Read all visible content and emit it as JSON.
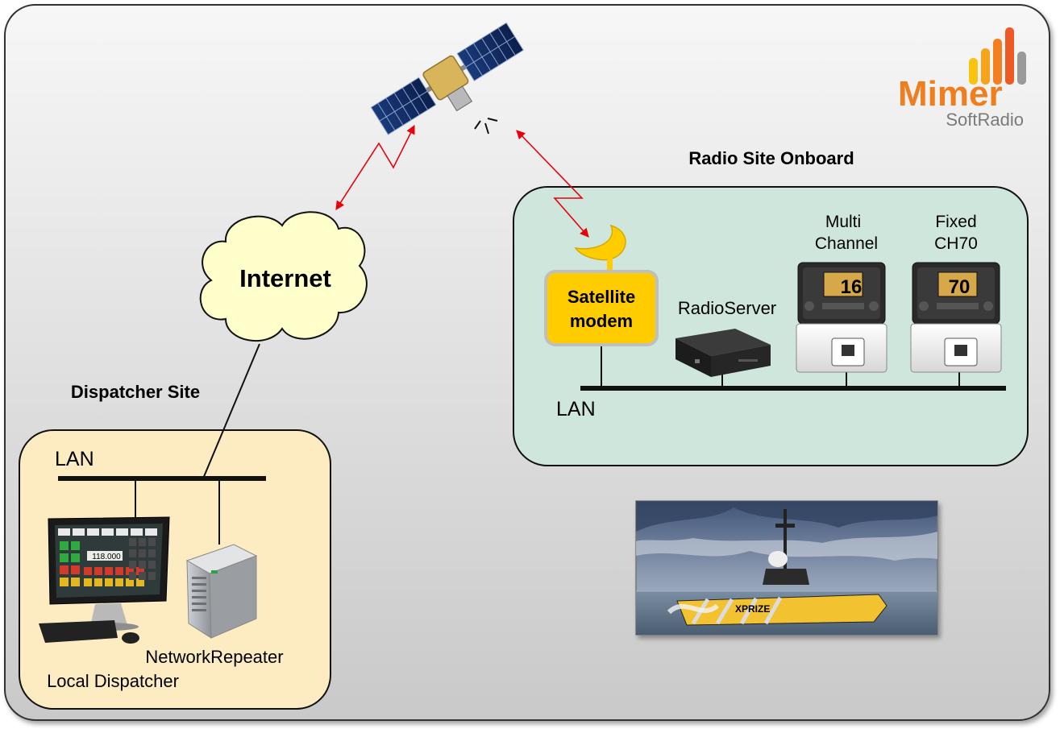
{
  "branding": {
    "logo_word": "Mimer",
    "logo_sub": "SoftRadio",
    "logo_color": "#f07d1e",
    "bar_colors": [
      "#f9c40e",
      "#f6a41c",
      "#f37f20",
      "#ee5a24",
      "#9a9a9a"
    ]
  },
  "groups": {
    "onboard": {
      "title": "Radio Site Onboard",
      "fill": "#cfe6dc"
    },
    "dispatcher": {
      "title": "Dispatcher Site",
      "fill": "#fdebc1"
    }
  },
  "cloud": {
    "label": "Internet",
    "fill": "#ffffcc"
  },
  "onboard": {
    "modem_line1": "Satellite",
    "modem_line2": "modem",
    "modem_fill": "#ffcc00",
    "radioserver": "RadioServer",
    "radio1_line1": "Multi",
    "radio1_line2": "Channel",
    "radio1_display": "16",
    "radio2_line1": "Fixed",
    "radio2_line2": "CH70",
    "radio2_display": "70",
    "lan": "LAN"
  },
  "dispatcher": {
    "lan": "LAN",
    "repeater": "NetworkRepeater",
    "console": "Local Dispatcher",
    "screen_value": "118.000"
  },
  "photo": {
    "hull_text": "XPRIZE"
  },
  "link_color": "#e8000b"
}
